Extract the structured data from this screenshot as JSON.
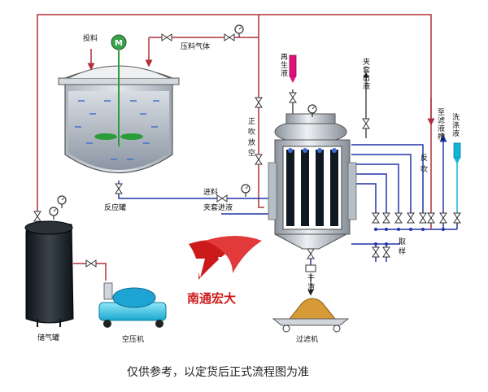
{
  "labels": {
    "feed_v": "投料",
    "press_gas": "压料气体",
    "regen_v": "再生液",
    "jacket_out_v": "夹套出液",
    "vent_v": "正吹放空",
    "reactor": "反应罐",
    "feed_in": "进料",
    "jacket_in": "夹套进液",
    "to_filtrate_v": "至滤液槽",
    "wash_v": "洗涤液",
    "backblow_v": "反吹",
    "sampling_v": "取样",
    "dry_cake_v": "干渣",
    "gas_tank": "储气罐",
    "compressor": "空压机",
    "filter_machine": "过滤机",
    "brand": "南通宏大",
    "footer_note": "仅供参考，以定货后正式流程图为准"
  },
  "icons": {
    "motor": "motor-M-icon",
    "gauge": "pressure-gauge-icon",
    "valve": "butterfly-valve-icon"
  },
  "motor_letter": "M",
  "colors": {
    "pipe_red": "#b0303a",
    "pipe_blue": "#2233aa",
    "pipe_cyan": "#14b4d8",
    "regen_pink": "#e0107a",
    "tank_gray": "#c4cbd3",
    "brand_red": "#cc1a1a"
  }
}
